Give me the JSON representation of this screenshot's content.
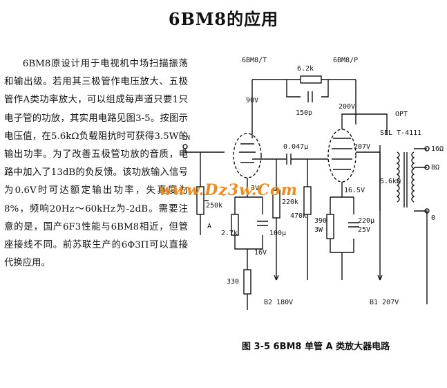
{
  "page": {
    "title": "6BM8的应用",
    "body": "6BM8原设计用于电视机中场扫描振荡和输出级。若用其三极管作电压放大、五极管作A类功率放大，可以组成每声道只要1只电子管的功放，其实用电路见图3-5。按图示电压值，在5.6kΩ负载阻抗时可获得3.5W的输出功率。为了改善五极管功放的音质，电路中加入了13dB的负反馈。该功放输入信号为0.6V时可达额定输出功率，失真度为8%，频响20Hz～60kHz为-2dB。需要注意的是，国产6F3性能与6BM8相近，但管座接线不同。前苏联生产的6Φ3Π可以直接代换应用。",
    "watermark": "www.Dz3w.Com"
  },
  "figure": {
    "caption": "图 3-5  6BM8 单管 A 类放大器电路",
    "labels": {
      "tube_triode": "6BM8/T",
      "tube_pentode": "6BM8/P",
      "r_fb": "6.2k",
      "c_fb": "150p",
      "v_plate1": "90V",
      "v_plate2": "200V",
      "v_screen": "207V",
      "c_couple": "0.047μ",
      "input": "IN",
      "pot": "250k",
      "pot_letter": "A",
      "v_k1": "3V",
      "r_k1": "2.7k",
      "c_k1": "100μ",
      "c_k1_v": "16V",
      "r_plate1": "220k",
      "r_grid2": "470k",
      "v_k2": "16.5V",
      "r_k2": "390",
      "r_k2_w": "3W",
      "c_k2": "220μ",
      "c_k2_v": "25V",
      "r_bottom": "330",
      "b2": "B2 180V",
      "b1": "B1 207V",
      "opt": "OPT",
      "opt_model": "SEL T-4111",
      "imp": "5.6kΩ",
      "tap16": "16Ω",
      "tap8": "8Ω",
      "tap0": "0"
    }
  }
}
